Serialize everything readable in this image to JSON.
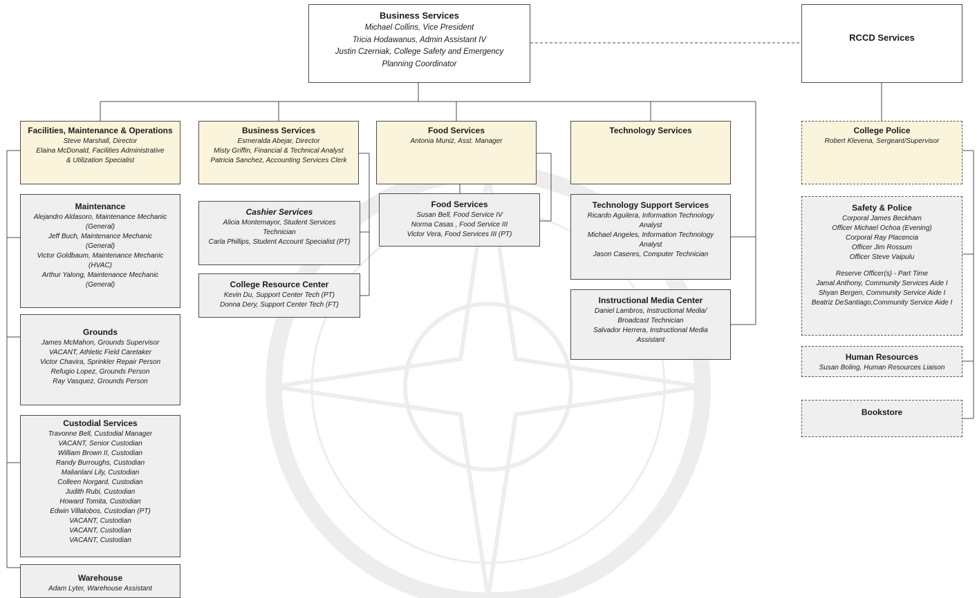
{
  "chart": {
    "top": {
      "title": "Business Services",
      "lines": [
        "Michael Collins, Vice President",
        "Tricia Hodawanus, Admin Assistant IV",
        "Justin Czerniak, College Safety and Emergency",
        "Planning Coordinator"
      ]
    },
    "rccd": {
      "title": "RCCD Services"
    },
    "fmo": {
      "title": "Facilities, Maintenance & Operations",
      "lines": [
        "Steve Marshall, Director",
        "Elaina McDonald, Facilities Administrative",
        "& Utilization Specialist"
      ]
    },
    "maintenance": {
      "title": "Maintenance",
      "lines": [
        "Alejandro Aldasoro, Maintenance Mechanic",
        "(General)",
        "Jeff Buch, Maintenance Mechanic",
        "(General)",
        "Victor Goldbaum, Maintenance Mechanic",
        "(HVAC)",
        "Arthur Yalong, Maintenance Mechanic",
        "(General)"
      ]
    },
    "grounds": {
      "title": "Grounds",
      "lines": [
        "James McMahon, Grounds Supervisor",
        "VACANT, Athletic Field Caretaker",
        "Victor Chavira, Sprinkler Repair Person",
        "Refugio Lopez, Grounds Person",
        "Ray Vasquez, Grounds Person"
      ]
    },
    "custodial": {
      "title": "Custodial Services",
      "lines": [
        "Travonne Bell, Custodial Manager",
        "VACANT, Senior Custodian",
        "William Brown II, Custodian",
        "Randy Burroughs, Custodian",
        "Malianlani Lily, Custodian",
        "Colleen Norgard, Custodian",
        "Judith Rubi, Custodian",
        "Howard Tomita, Custodian",
        "Edwin Villalobos, Custodian (PT)",
        "VACANT, Custodian",
        "VACANT, Custodian",
        "VACANT, Custodian"
      ]
    },
    "warehouse": {
      "title": "Warehouse",
      "lines": [
        "Adam Lyter, Warehouse Assistant"
      ]
    },
    "business": {
      "title": "Business Services",
      "lines": [
        "Esmeralda Abejar, Director",
        "Misty Griffin, Financial & Technical Analyst",
        "Patricia Sanchez, Accounting Services Clerk"
      ]
    },
    "cashier": {
      "title": "Cashier Services",
      "lines": [
        "Alicia Montemayor, Student Services",
        "Technician",
        "Carla Phillips, Student Account Specialist (PT)"
      ]
    },
    "resource": {
      "title": "College Resource Center",
      "lines": [
        "Kevin Du, Support Center Tech (PT)",
        "Donna Dery, Support Center Tech (FT)"
      ]
    },
    "food_head": {
      "title": "Food Services",
      "lines": [
        "Antonia Muniz, Asst. Manager"
      ]
    },
    "food_staff": {
      "title": "Food Services",
      "lines": [
        "Susan Bell, Food Service IV",
        "Norma Casas , Food Service III",
        "Victor Vera, Food Services III (PT)"
      ]
    },
    "tech": {
      "title": "Technology Services"
    },
    "tech_support": {
      "title": "Technology Support Services",
      "lines": [
        "Ricardo Aguilera, Information Technology",
        "Analyst",
        "Michael Angeles, Information Technology",
        "Analyst",
        "Jason Caseres, Computer Technician"
      ]
    },
    "media": {
      "title": "Instructional Media Center",
      "lines": [
        "Daniel Lambros, Instructional Media/",
        "Broadcast Technician",
        "Salvador Herrera, Instructional Media",
        "Assistant"
      ]
    },
    "police": {
      "title": "College Police",
      "lines": [
        "Robert Klevena, Sergeant/Supervisor"
      ]
    },
    "safety": {
      "title": "Safety & Police",
      "lines": [
        "Corporal James Beckham",
        "Officer Michael Ochoa (Evening)",
        "Corporal Ray Placencia",
        "Officer Jim Rossum",
        "Officer Steve Vaipulu"
      ],
      "lines2": [
        "Reserve Officer(s) - Part Time",
        "Jamal Anthony, Community Services Aide I",
        "Shyan Bergen, Community Service Aide I",
        "Beatriz DeSantiago,Community Service Aide I"
      ]
    },
    "hr": {
      "title": "Human Resources",
      "lines": [
        "Susan Boling, Human Resources Liaison"
      ]
    },
    "bookstore": {
      "title": "Bookstore"
    }
  },
  "colors": {
    "unit_header": "#fbf4dd",
    "sub_unit": "#efefef",
    "border": "#4a4a4a"
  }
}
